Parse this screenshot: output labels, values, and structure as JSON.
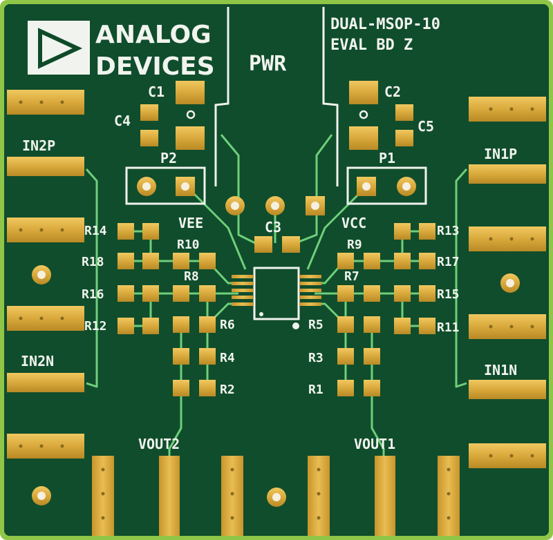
{
  "board": {
    "logo_line1": "ANALOG",
    "logo_line2": "DEVICES",
    "title_line1": "DUAL-MSOP-10",
    "title_line2": "EVAL BD Z",
    "pwr": "PWR"
  },
  "labels": {
    "c1": "C1",
    "c2": "C2",
    "c3": "C3",
    "c4": "C4",
    "c5": "C5",
    "p1": "P1",
    "p2": "P2",
    "vee": "VEE",
    "vcc": "VCC",
    "in2p": "IN2P",
    "in1p": "IN1P",
    "in2n": "IN2N",
    "in1n": "IN1N",
    "vout1": "VOUT1",
    "vout2": "VOUT2",
    "r1": "R1",
    "r2": "R2",
    "r3": "R3",
    "r4": "R4",
    "r5": "R5",
    "r6": "R6",
    "r7": "R7",
    "r8": "R8",
    "r9": "R9",
    "r10": "R10",
    "r11": "R11",
    "r12": "R12",
    "r13": "R13",
    "r14": "R14",
    "r15": "R15",
    "r16": "R16",
    "r17": "R17",
    "r18": "R18"
  },
  "colors": {
    "solder_mask": "#0f4a2a",
    "trace": "#6fd07a",
    "gold": "#d9a93c",
    "silkscreen": "#f1f4ee",
    "edge": "#9ed04b"
  }
}
